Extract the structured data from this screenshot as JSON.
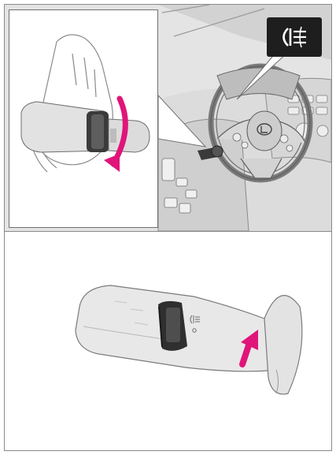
{
  "figure": {
    "top_panel": {
      "icons": {
        "callout": "front-fog-light-symbol",
        "rotation_arrow": "rotate-arrow",
        "emblem": "steering-wheel-emblem"
      },
      "colors": {
        "callout_bg": "#1e1e1e",
        "callout_symbol": "#ffffff",
        "arrow": "#e0157a",
        "line_art": "#6a6a6a"
      }
    },
    "bottom_panel": {
      "icons": {
        "push_arrow": "push-up-arrow",
        "knob_symbol": "front-fog-light-symbol"
      },
      "colors": {
        "arrow": "#e0157a",
        "lever": "#d9d9d9",
        "ring": "#3a3a3a"
      }
    }
  }
}
